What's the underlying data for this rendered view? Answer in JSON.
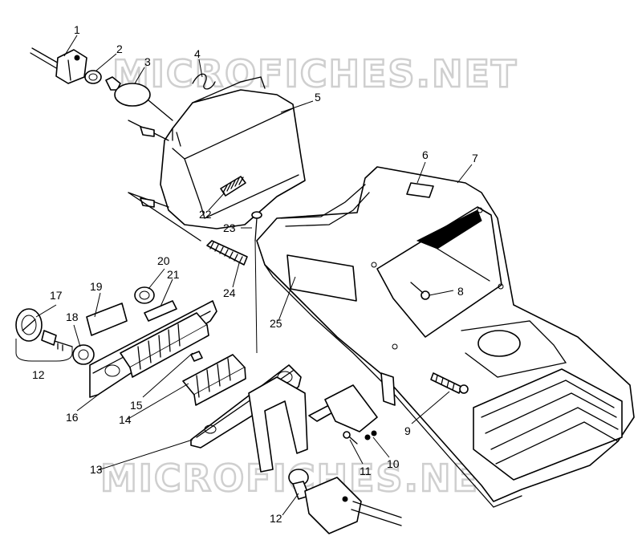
{
  "watermarks": [
    "MICROFICHES.NET",
    "MICROFICHES.NET"
  ],
  "callouts": {
    "c1": "1",
    "c2": "2",
    "c3": "3",
    "c4": "4",
    "c5": "5",
    "c6": "6",
    "c7": "7",
    "c8": "8",
    "c9": "9",
    "c10": "10",
    "c11": "11",
    "c12a": "12",
    "c12b": "12",
    "c13": "13",
    "c14": "14",
    "c15": "15",
    "c16": "16",
    "c17": "17",
    "c18": "18",
    "c19": "19",
    "c20": "20",
    "c21": "21",
    "c22": "22",
    "c23": "23",
    "c24": "24",
    "c25": "25"
  }
}
